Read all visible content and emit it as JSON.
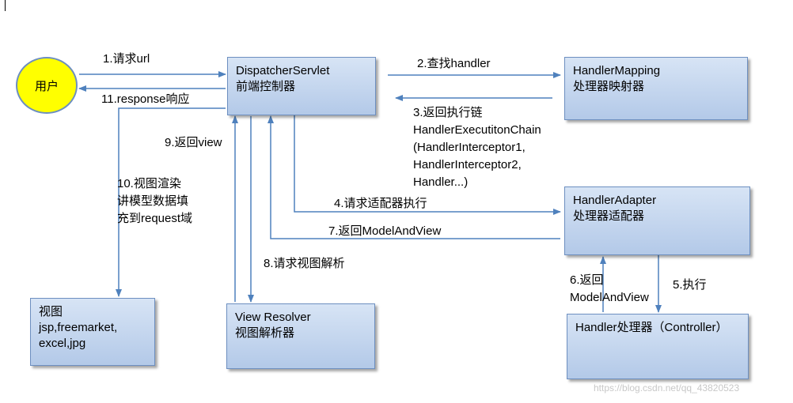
{
  "nodes": {
    "user": "用户",
    "dispatcher": [
      "DispatcherServlet",
      "前端控制器"
    ],
    "handler_mapping": [
      "HandlerMapping",
      "处理器映射器"
    ],
    "handler_adapter": [
      "HandlerAdapter",
      "处理器适配器"
    ],
    "handler": [
      "Handler处理器（Controller）"
    ],
    "view_resolver": [
      "View Resolver",
      "视图解析器"
    ],
    "view": [
      "视图",
      "jsp,freemarket,",
      "excel,jpg"
    ]
  },
  "edges": {
    "e1": "1.请求url",
    "e2": "2.查找handler",
    "e3": [
      "3.返回执行链",
      "HandlerExecutitonChain",
      "(HandlerInterceptor1,",
      "HandlerInterceptor2,",
      "Handler...)"
    ],
    "e4": "4.请求适配器执行",
    "e5": "5.执行",
    "e6": [
      "6.返回",
      "ModelAndView"
    ],
    "e7": "7.返回ModelAndView",
    "e8": "8.请求视图解析",
    "e9": "9.返回view",
    "e10": [
      "10.视图渲染",
      "讲模型数据填",
      "充到request域"
    ],
    "e11": "11.response响应"
  },
  "watermark": "https://blog.csdn.net/qq_43820523",
  "colors": {
    "arrow": "#4f81bd",
    "box_border": "#6d8fc0",
    "user_fill": "#ffff00"
  }
}
